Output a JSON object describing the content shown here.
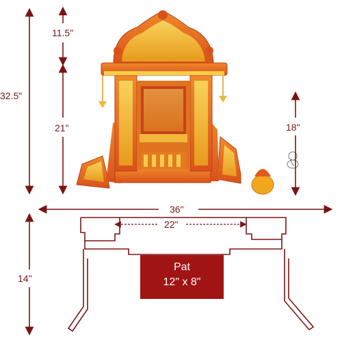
{
  "dimensions": {
    "total_height": "32.5\"",
    "top_height": "11.5\"",
    "lower_height": "21\"",
    "side_height": "18\"",
    "width": "36\"",
    "inner_width": "22\"",
    "stand_height": "14\""
  },
  "pat": {
    "title": "Pat",
    "size": "12\" x 8\""
  },
  "colors": {
    "dimension_line": "#7a1414",
    "pat_fill": "#a01414",
    "temple_orange": "#e8641a",
    "temple_gold": "#f3c23a"
  }
}
